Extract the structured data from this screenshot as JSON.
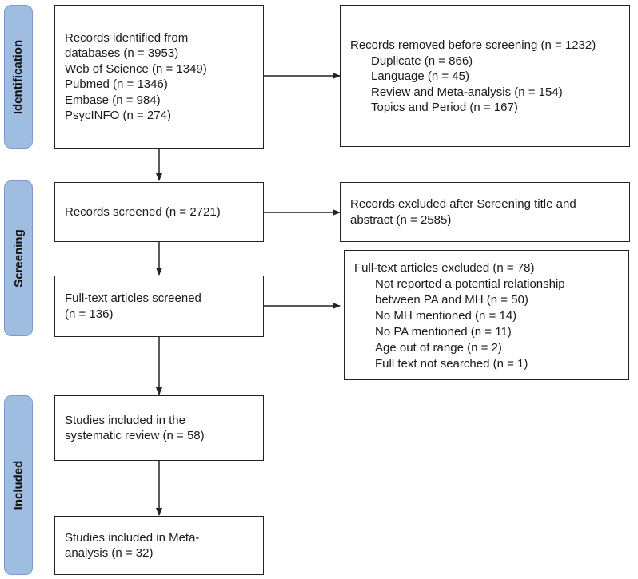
{
  "phases": {
    "identification": "Identification",
    "screening": "Screening",
    "included": "Included"
  },
  "boxes": {
    "identified": {
      "lines": [
        "Records identified from",
        "databases (n = 3953)",
        "Web of Science (n = 1349)",
        "Pubmed (n = 1346)",
        "Embase (n = 984)",
        "PsycINFO (n = 274)"
      ]
    },
    "removed": {
      "title": "Records removed before screening (n = 1232)",
      "items": [
        "Duplicate (n = 866)",
        "Language (n = 45)",
        "Review and Meta-analysis (n = 154)",
        "Topics and Period (n = 167)"
      ]
    },
    "screened": {
      "lines": [
        "Records screened (n = 2721)"
      ]
    },
    "excluded_screening": {
      "lines": [
        "Records excluded after Screening title and",
        "abstract (n = 2585)"
      ]
    },
    "fulltext_screened": {
      "lines": [
        "Full-text articles screened",
        "(n = 136)"
      ]
    },
    "fulltext_excluded": {
      "title": "Full-text articles excluded (n = 78)",
      "items": [
        "Not reported a potential relationship",
        "between PA and MH (n = 50)",
        "No MH mentioned (n = 14)",
        "No PA mentioned (n = 11)",
        "Age out of range (n = 2)",
        "Full text not searched (n = 1)"
      ]
    },
    "systematic_review": {
      "lines": [
        "Studies included in the",
        "systematic review (n = 58)"
      ]
    },
    "meta_analysis": {
      "lines": [
        "Studies included in Meta-",
        "analysis (n = 32)"
      ]
    }
  }
}
